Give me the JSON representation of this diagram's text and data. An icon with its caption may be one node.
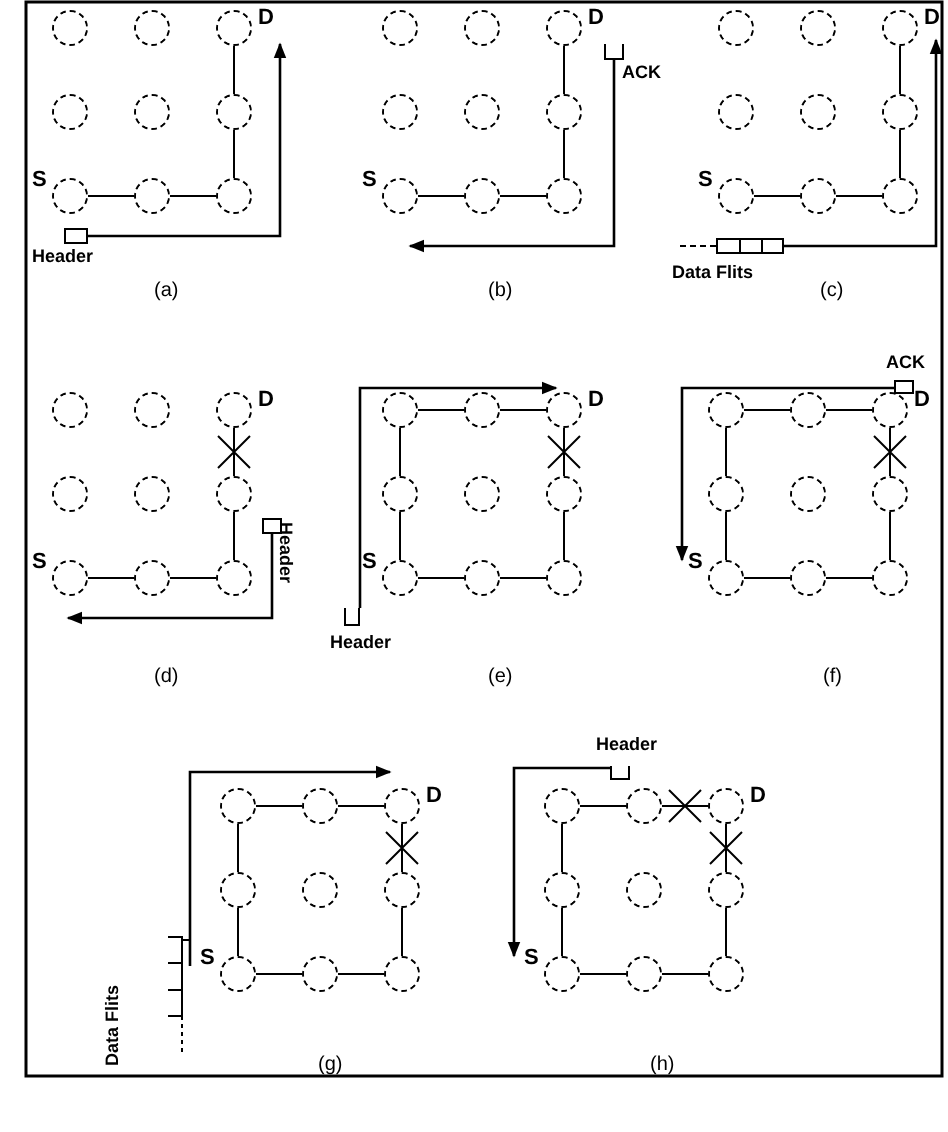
{
  "diagram": {
    "nodes": [
      {
        "text": [],
        "shape": "circle"
      },
      {
        "text": [],
        "shape": "circle"
      },
      {
        "text": [],
        "shape": "circle",
        "beside": [
          "D"
        ]
      },
      {
        "text": [],
        "shape": "circle"
      },
      {
        "text": [],
        "shape": "circle"
      },
      {
        "text": [],
        "shape": "circle"
      },
      {
        "text": [],
        "shape": "circle",
        "beside": [
          "S"
        ]
      },
      {
        "text": [],
        "shape": "circle"
      },
      {
        "text": [],
        "shape": "circle"
      },
      {
        "text": [],
        "shape": "box",
        "beside": [
          "Header"
        ]
      },
      {
        "text": [],
        "shape": "circle"
      },
      {
        "text": [],
        "shape": "circle"
      },
      {
        "text": [],
        "shape": "circle",
        "beside": [
          "D"
        ]
      },
      {
        "text": [],
        "shape": "circle"
      },
      {
        "text": [],
        "shape": "circle"
      },
      {
        "text": [],
        "shape": "circle"
      },
      {
        "text": [],
        "shape": "circle",
        "beside": [
          "S"
        ]
      },
      {
        "text": [],
        "shape": "circle"
      },
      {
        "text": [],
        "shape": "circle"
      },
      {
        "text": [],
        "shape": "bracket",
        "beside": [
          "ACK"
        ]
      },
      {
        "text": [],
        "shape": "circle"
      },
      {
        "text": [],
        "shape": "circle"
      },
      {
        "text": [],
        "shape": "circle",
        "beside": [
          "D"
        ]
      },
      {
        "text": [],
        "shape": "circle"
      },
      {
        "text": [],
        "shape": "circle"
      },
      {
        "text": [],
        "shape": "circle"
      },
      {
        "text": [],
        "shape": "circle",
        "beside": [
          "S"
        ]
      },
      {
        "text": [],
        "shape": "circle"
      },
      {
        "text": [],
        "shape": "circle"
      },
      {
        "text": [],
        "shape": "bar",
        "beside": [
          "Data Flits"
        ]
      },
      {
        "text": [],
        "shape": "circle"
      },
      {
        "text": [],
        "shape": "circle"
      },
      {
        "text": [],
        "shape": "circle",
        "beside": [
          "D"
        ]
      },
      {
        "text": [],
        "shape": "circle"
      },
      {
        "text": [],
        "shape": "circle"
      },
      {
        "text": [],
        "shape": "circle"
      },
      {
        "text": [],
        "shape": "circle",
        "beside": [
          "S"
        ]
      },
      {
        "text": [],
        "shape": "circle"
      },
      {
        "text": [],
        "shape": "circle"
      },
      {
        "text": [],
        "shape": "box",
        "beside": [
          "Header"
        ]
      },
      {
        "text": [],
        "shape": "circle"
      },
      {
        "text": [],
        "shape": "circle"
      },
      {
        "text": [],
        "shape": "circle",
        "beside": [
          "D"
        ]
      },
      {
        "text": [],
        "shape": "circle"
      },
      {
        "text": [],
        "shape": "circle"
      },
      {
        "text": [],
        "shape": "circle"
      },
      {
        "text": [],
        "shape": "circle",
        "beside": [
          "S"
        ]
      },
      {
        "text": [],
        "shape": "circle"
      },
      {
        "text": [],
        "shape": "circle"
      },
      {
        "text": [],
        "shape": "bracket",
        "beside": [
          "Header"
        ]
      },
      {
        "text": [],
        "shape": "circle"
      },
      {
        "text": [],
        "shape": "circle"
      },
      {
        "text": [],
        "shape": "circle",
        "beside": [
          "D"
        ]
      },
      {
        "text": [],
        "shape": "circle"
      },
      {
        "text": [],
        "shape": "circle"
      },
      {
        "text": [],
        "shape": "circle"
      },
      {
        "text": [],
        "shape": "circle",
        "beside": [
          "S"
        ]
      },
      {
        "text": [],
        "shape": "circle"
      },
      {
        "text": [],
        "shape": "circle"
      },
      {
        "text": [],
        "shape": "box",
        "beside": [
          "ACK"
        ]
      },
      {
        "text": [],
        "shape": "circle"
      },
      {
        "text": [],
        "shape": "circle"
      },
      {
        "text": [],
        "shape": "circle",
        "beside": [
          "D"
        ]
      },
      {
        "text": [],
        "shape": "circle"
      },
      {
        "text": [],
        "shape": "circle"
      },
      {
        "text": [],
        "shape": "circle"
      },
      {
        "text": [],
        "shape": "circle",
        "beside": [
          "S"
        ]
      },
      {
        "text": [],
        "shape": "circle"
      },
      {
        "text": [],
        "shape": "circle"
      },
      {
        "text": [],
        "shape": "bar",
        "beside": [
          "Data Flits"
        ]
      },
      {
        "text": [],
        "shape": "circle"
      },
      {
        "text": [],
        "shape": "circle"
      },
      {
        "text": [],
        "shape": "circle",
        "beside": [
          "D"
        ]
      },
      {
        "text": [],
        "shape": "circle"
      },
      {
        "text": [],
        "shape": "circle"
      },
      {
        "text": [],
        "shape": "circle"
      },
      {
        "text": [],
        "shape": "circle",
        "beside": [
          "S"
        ]
      },
      {
        "text": [],
        "shape": "circle"
      },
      {
        "text": [],
        "shape": "circle"
      },
      {
        "text": [],
        "shape": "bracket",
        "beside": [
          "Header"
        ]
      }
    ],
    "edges": [
      {
        "from": 6,
        "to": 7,
        "arrow": "none"
      },
      {
        "from": 7,
        "to": 8,
        "arrow": "none"
      },
      {
        "from": 8,
        "to": 5,
        "arrow": "none"
      },
      {
        "from": 5,
        "to": 2,
        "arrow": "none"
      },
      {
        "from": 9,
        "to": 2,
        "arrow": "to"
      },
      {
        "from": 16,
        "to": 17,
        "arrow": "none"
      },
      {
        "from": 17,
        "to": 18,
        "arrow": "none"
      },
      {
        "from": 18,
        "to": 15,
        "arrow": "none"
      },
      {
        "from": 15,
        "to": 12,
        "arrow": "none"
      },
      {
        "from": 19,
        "to": 16,
        "arrow": "to"
      },
      {
        "from": 26,
        "to": 27,
        "arrow": "none"
      },
      {
        "from": 27,
        "to": 28,
        "arrow": "none"
      },
      {
        "from": 28,
        "to": 25,
        "arrow": "none"
      },
      {
        "from": 25,
        "to": 22,
        "arrow": "none"
      },
      {
        "from": 29,
        "to": 22,
        "arrow": "to"
      },
      {
        "from": 36,
        "to": 37,
        "arrow": "none"
      },
      {
        "from": 37,
        "to": 38,
        "arrow": "none"
      },
      {
        "from": 38,
        "to": 35,
        "arrow": "none"
      },
      {
        "from": 35,
        "to": 32,
        "arrow": "none"
      },
      {
        "from": 39,
        "to": 36,
        "arrow": "to"
      },
      {
        "from": 40,
        "to": 41,
        "arrow": "none"
      },
      {
        "from": 41,
        "to": 42,
        "arrow": "none"
      },
      {
        "from": 40,
        "to": 43,
        "arrow": "none"
      },
      {
        "from": 43,
        "to": 46,
        "arrow": "none"
      },
      {
        "from": 46,
        "to": 47,
        "arrow": "none"
      },
      {
        "from": 47,
        "to": 48,
        "arrow": "none"
      },
      {
        "from": 48,
        "to": 45,
        "arrow": "none"
      },
      {
        "from": 45,
        "to": 42,
        "arrow": "none"
      },
      {
        "from": 49,
        "to": 42,
        "arrow": "to"
      },
      {
        "from": 50,
        "to": 51,
        "arrow": "none"
      },
      {
        "from": 51,
        "to": 52,
        "arrow": "none"
      },
      {
        "from": 50,
        "to": 53,
        "arrow": "none"
      },
      {
        "from": 53,
        "to": 56,
        "arrow": "none"
      },
      {
        "from": 56,
        "to": 57,
        "arrow": "none"
      },
      {
        "from": 57,
        "to": 58,
        "arrow": "none"
      },
      {
        "from": 58,
        "to": 55,
        "arrow": "none"
      },
      {
        "from": 55,
        "to": 52,
        "arrow": "none"
      },
      {
        "from": 59,
        "to": 56,
        "arrow": "to"
      },
      {
        "from": 60,
        "to": 61,
        "arrow": "none"
      },
      {
        "from": 61,
        "to": 62,
        "arrow": "none"
      },
      {
        "from": 60,
        "to": 63,
        "arrow": "none"
      },
      {
        "from": 63,
        "to": 66,
        "arrow": "none"
      },
      {
        "from": 66,
        "to": 67,
        "arrow": "none"
      },
      {
        "from": 67,
        "to": 68,
        "arrow": "none"
      },
      {
        "from": 68,
        "to": 65,
        "arrow": "none"
      },
      {
        "from": 65,
        "to": 62,
        "arrow": "none"
      },
      {
        "from": 69,
        "to": 62,
        "arrow": "to"
      },
      {
        "from": 70,
        "to": 71,
        "arrow": "none"
      },
      {
        "from": 71,
        "to": 72,
        "arrow": "none"
      },
      {
        "from": 70,
        "to": 73,
        "arrow": "none"
      },
      {
        "from": 73,
        "to": 76,
        "arrow": "none"
      },
      {
        "from": 76,
        "to": 77,
        "arrow": "none"
      },
      {
        "from": 77,
        "to": 78,
        "arrow": "none"
      },
      {
        "from": 78,
        "to": 75,
        "arrow": "none"
      },
      {
        "from": 75,
        "to": 72,
        "arrow": "none"
      },
      {
        "from": 79,
        "to": 76,
        "arrow": "to"
      }
    ],
    "labels": [
      "(a)",
      "(b)",
      "(c)",
      "(d)",
      "(e)",
      "(f)",
      "(g)",
      "(h)"
    ]
  }
}
